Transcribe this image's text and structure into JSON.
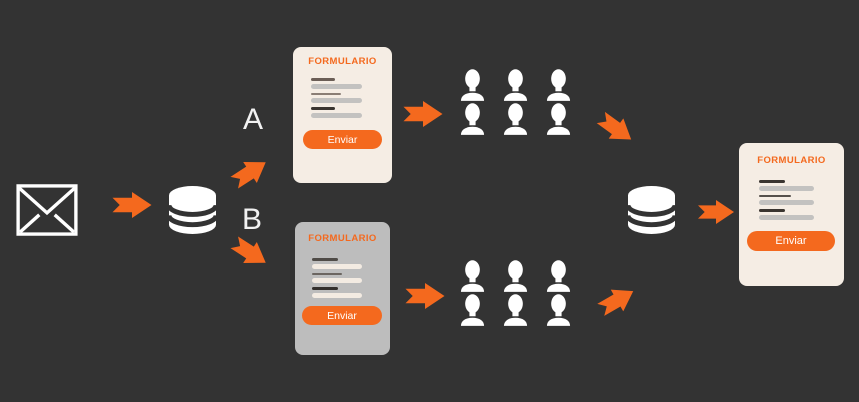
{
  "canvas": {
    "background": "#333333",
    "accent_orange": "#F4691E"
  },
  "nodes": {
    "email": {
      "icon": "envelope-icon"
    },
    "database_in": {
      "icon": "database-icon"
    },
    "database_out": {
      "icon": "database-icon"
    },
    "branch_a": {
      "label": "A"
    },
    "branch_b": {
      "label": "B"
    },
    "form_a": {
      "title": "FORMULARIO",
      "button": "Enviar",
      "background": "#F5EDE4"
    },
    "form_b": {
      "title": "FORMULARIO",
      "button": "Enviar",
      "background": "#BDBDBD"
    },
    "form_final": {
      "title": "FORMULARIO",
      "button": "Enviar",
      "background": "#F5EDE4"
    },
    "audience_a": {
      "icon": "users-group-icon",
      "count": 6
    },
    "audience_b": {
      "icon": "users-group-icon",
      "count": 6
    }
  }
}
